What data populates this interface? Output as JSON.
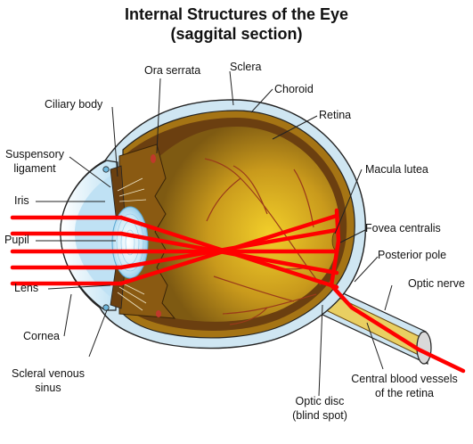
{
  "title": {
    "line1": "Internal Structures of the Eye",
    "line2": "(saggital section)"
  },
  "labels": {
    "ora_serrata": "Ora serrata",
    "sclera": "Sclera",
    "choroid": "Choroid",
    "ciliary_body": "Ciliary body",
    "retina": "Retina",
    "suspensory_1": "Suspensory",
    "suspensory_2": "ligament",
    "macula_lutea": "Macula lutea",
    "iris": "Iris",
    "pupil": "Pupil",
    "fovea_centralis": "Fovea centralis",
    "posterior_pole": "Posterior pole",
    "lens": "Lens",
    "optic_nerve": "Optic nerve",
    "cornea": "Cornea",
    "scleral_venous_1": "Scleral venous",
    "scleral_venous_2": "sinus",
    "central_vessels_1": "Central blood vessels",
    "central_vessels_2": "of the retina",
    "optic_disc_1": "Optic disc",
    "optic_disc_2": "(blind spot)"
  },
  "colors": {
    "sclera": "#cfe6f2",
    "choroid": "#a06a10",
    "vitreous": "#c9a020",
    "retina_inner": "#7a4a12",
    "lens": "#c7e8f7",
    "ray": "#ff0000",
    "vessel": "#a33a1a"
  }
}
